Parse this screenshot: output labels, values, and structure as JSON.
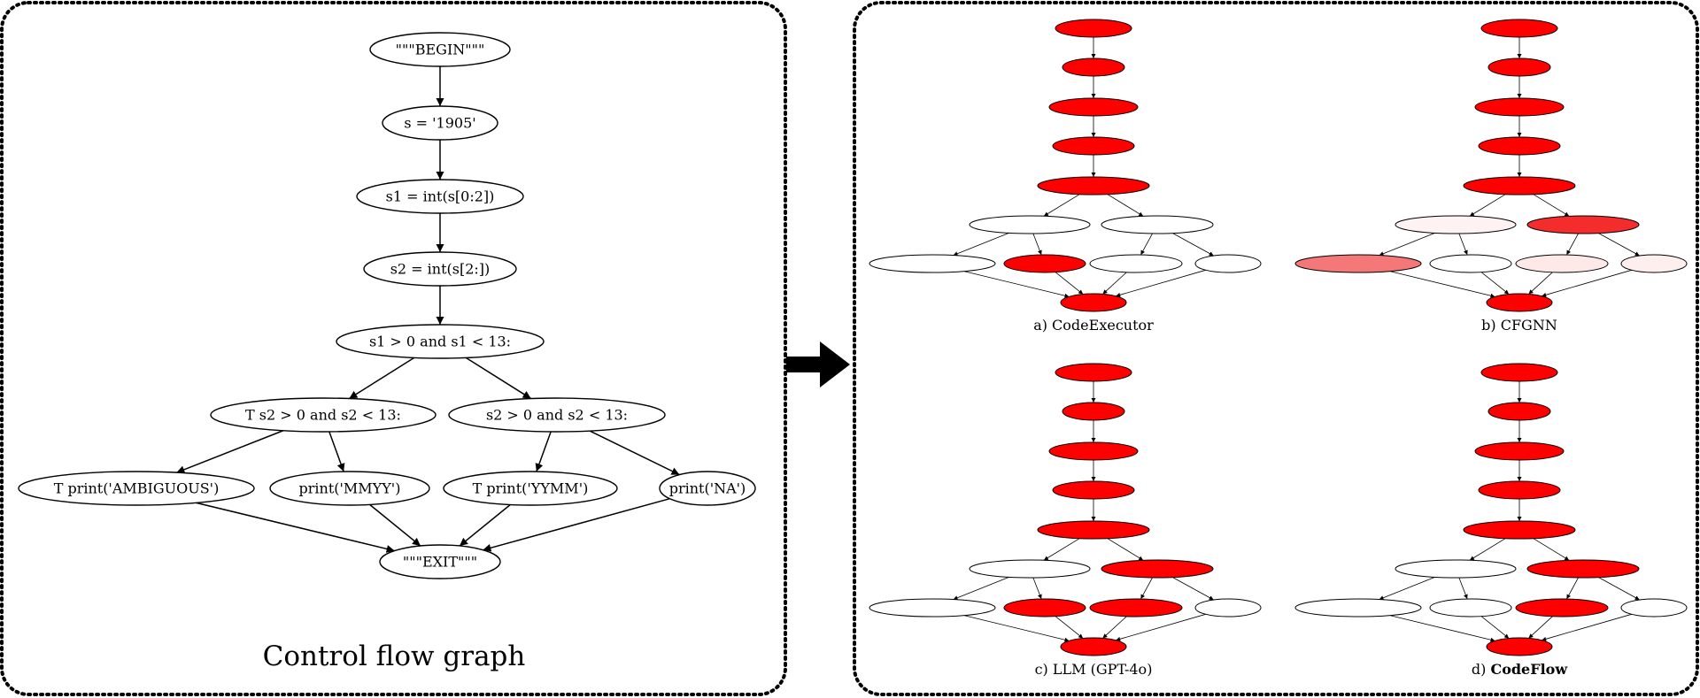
{
  "left_panel": {
    "title": "Control flow graph",
    "nodes": [
      {
        "id": "begin",
        "label": "\"\"\"BEGIN\"\"\""
      },
      {
        "id": "s",
        "label": "s = '1905'"
      },
      {
        "id": "s1",
        "label": "s1 = int(s[0:2])"
      },
      {
        "id": "s2",
        "label": "s2 = int(s[2:])"
      },
      {
        "id": "cond1",
        "label": "s1 > 0 and s1 < 13:"
      },
      {
        "id": "condL",
        "label": "T s2 > 0 and s2 < 13:"
      },
      {
        "id": "condR",
        "label": "s2 > 0 and s2 < 13:"
      },
      {
        "id": "amb",
        "label": "T print('AMBIGUOUS')"
      },
      {
        "id": "mmyy",
        "label": "print('MMYY')"
      },
      {
        "id": "yymm",
        "label": "T print('YYMM')"
      },
      {
        "id": "na",
        "label": "print('NA')"
      },
      {
        "id": "exit",
        "label": "\"\"\"EXIT\"\"\""
      }
    ],
    "edges": [
      [
        "begin",
        "s"
      ],
      [
        "s",
        "s1"
      ],
      [
        "s1",
        "s2"
      ],
      [
        "s2",
        "cond1"
      ],
      [
        "cond1",
        "condL"
      ],
      [
        "cond1",
        "condR"
      ],
      [
        "condL",
        "amb"
      ],
      [
        "condL",
        "mmyy"
      ],
      [
        "condR",
        "yymm"
      ],
      [
        "condR",
        "na"
      ],
      [
        "amb",
        "exit"
      ],
      [
        "mmyy",
        "exit"
      ],
      [
        "yymm",
        "exit"
      ],
      [
        "na",
        "exit"
      ]
    ]
  },
  "arrow": {
    "direction": "right",
    "color": "#000000"
  },
  "panels": [
    {
      "caption": "a) CodeExecutor",
      "bold_part": "",
      "fills": {
        "begin": "#ff0000",
        "s": "#ff0000",
        "s1": "#ff0000",
        "s2": "#ff0000",
        "cond1": "#ff0000",
        "condL": "#ffffff",
        "condR": "#ffffff",
        "amb": "#ffffff",
        "mmyy": "#ff0000",
        "yymm": "#ffffff",
        "na": "#ffffff",
        "exit": "#ff0000"
      }
    },
    {
      "caption": "b) CFGNN",
      "bold_part": "",
      "fills": {
        "begin": "#ff0000",
        "s": "#ff0000",
        "s1": "#ff0000",
        "s2": "#ff0000",
        "cond1": "#ff0000",
        "condL": "#fff2f2",
        "condR": "#f52c2c",
        "amb": "#f57878",
        "mmyy": "#ffffff",
        "yymm": "#ffe8e8",
        "na": "#ffeeee",
        "exit": "#ff0000"
      }
    },
    {
      "caption": "c) LLM (GPT-4o)",
      "bold_part": "",
      "fills": {
        "begin": "#ff0000",
        "s": "#ff0000",
        "s1": "#ff0000",
        "s2": "#ff0000",
        "cond1": "#ff0000",
        "condL": "#ffffff",
        "condR": "#ff0000",
        "amb": "#ffffff",
        "mmyy": "#ff0000",
        "yymm": "#ff0000",
        "na": "#ffffff",
        "exit": "#ff0000"
      }
    },
    {
      "caption": "d) ",
      "bold_part": "CodeFlow",
      "fills": {
        "begin": "#ff0000",
        "s": "#ff0000",
        "s1": "#ff0000",
        "s2": "#ff0000",
        "cond1": "#ff0000",
        "condL": "#ffffff",
        "condR": "#ff0000",
        "amb": "#ffffff",
        "mmyy": "#ffffff",
        "yymm": "#ff0000",
        "na": "#ffffff",
        "exit": "#ff0000"
      }
    }
  ]
}
